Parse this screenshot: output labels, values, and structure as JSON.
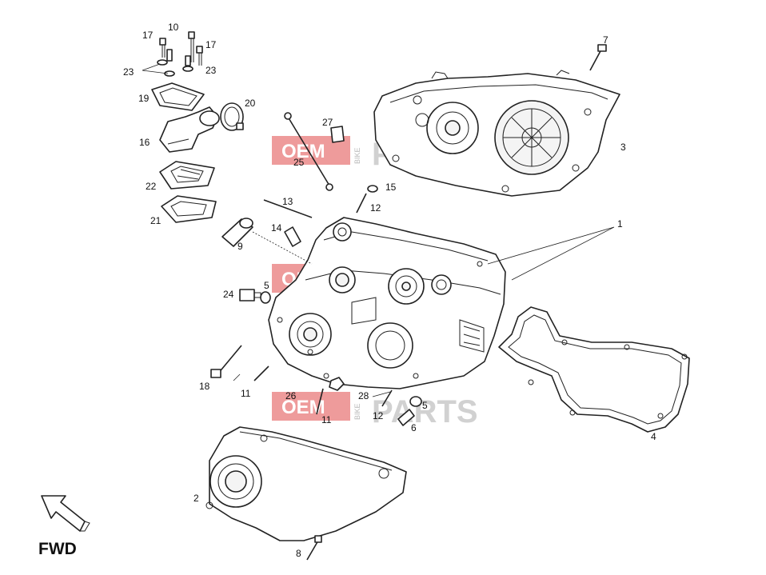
{
  "diagram": {
    "direction_label": "FWD",
    "watermark": {
      "primary": "OEM",
      "secondary": "PARTS",
      "vertical": "BIKE"
    },
    "part_numbers": [
      "1",
      "2",
      "3",
      "4",
      "5",
      "6",
      "7",
      "8",
      "9",
      "10",
      "11",
      "12",
      "13",
      "14",
      "15",
      "16",
      "17",
      "19",
      "20",
      "21",
      "22",
      "23",
      "24",
      "25",
      "26",
      "27",
      "28",
      "18"
    ],
    "callouts": [
      {
        "label": "10"
      },
      {
        "label": "17"
      },
      {
        "label": "17"
      },
      {
        "label": "23"
      },
      {
        "label": "23"
      },
      {
        "label": "19"
      },
      {
        "label": "20"
      },
      {
        "label": "16"
      },
      {
        "label": "22"
      },
      {
        "label": "21"
      },
      {
        "label": "27"
      },
      {
        "label": "25"
      },
      {
        "label": "7"
      },
      {
        "label": "3"
      },
      {
        "label": "15"
      },
      {
        "label": "12"
      },
      {
        "label": "13"
      },
      {
        "label": "14"
      },
      {
        "label": "9"
      },
      {
        "label": "1"
      },
      {
        "label": "24"
      },
      {
        "label": "5"
      },
      {
        "label": "18"
      },
      {
        "label": "11"
      },
      {
        "label": "26"
      },
      {
        "label": "11"
      },
      {
        "label": "28"
      },
      {
        "label": "12"
      },
      {
        "label": "5"
      },
      {
        "label": "6"
      },
      {
        "label": "4"
      },
      {
        "label": "2"
      },
      {
        "label": "8"
      }
    ]
  }
}
